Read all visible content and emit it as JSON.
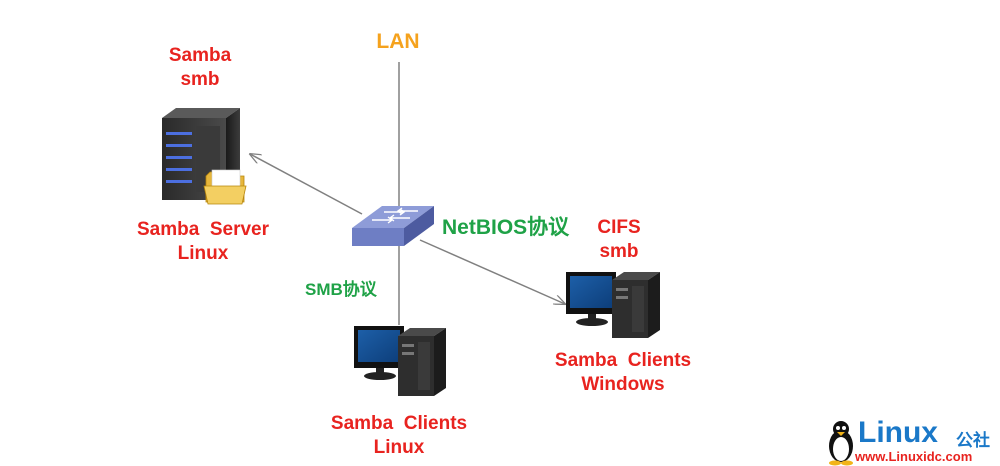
{
  "labels": {
    "lan": "LAN",
    "server_top": "Samba\nsmb",
    "server_bottom": "Samba  Server\nLinux",
    "protocol": "NetBIOS协议",
    "cifs": "CIFS\nsmb",
    "smb_protocol": "SMB协议",
    "windows_client": "Samba  Clients\nWindows",
    "linux_client": "Samba  Clients\nLinux"
  },
  "watermark": {
    "word": "Linux",
    "tagline": "公社",
    "url": "www.Linuxidc.com"
  },
  "colors": {
    "red_label": "#e8231f",
    "green_label": "#1fa247",
    "lan_label": "#f5a21d",
    "switch": "#6e7ec4",
    "line": "#808080",
    "logo_blue": "#1a78c8"
  },
  "icons": [
    "server-icon",
    "folder-icon",
    "switch-icon",
    "windows-pc-icon",
    "linux-pc-icon",
    "penguin-icon"
  ]
}
